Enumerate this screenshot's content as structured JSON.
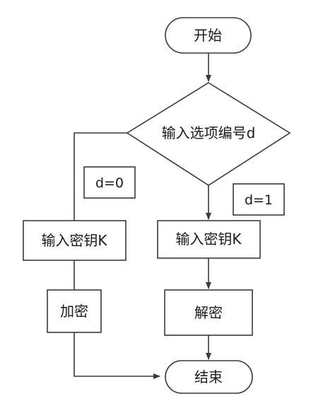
{
  "flowchart": {
    "start": "开始",
    "decision": "输入选项编号d",
    "condition_left": "d=0",
    "condition_right": "d=1",
    "left_input_key": "输入密钥K",
    "right_input_key": "输入密钥K",
    "encrypt": "加密",
    "decrypt": "解密",
    "end": "结束"
  }
}
